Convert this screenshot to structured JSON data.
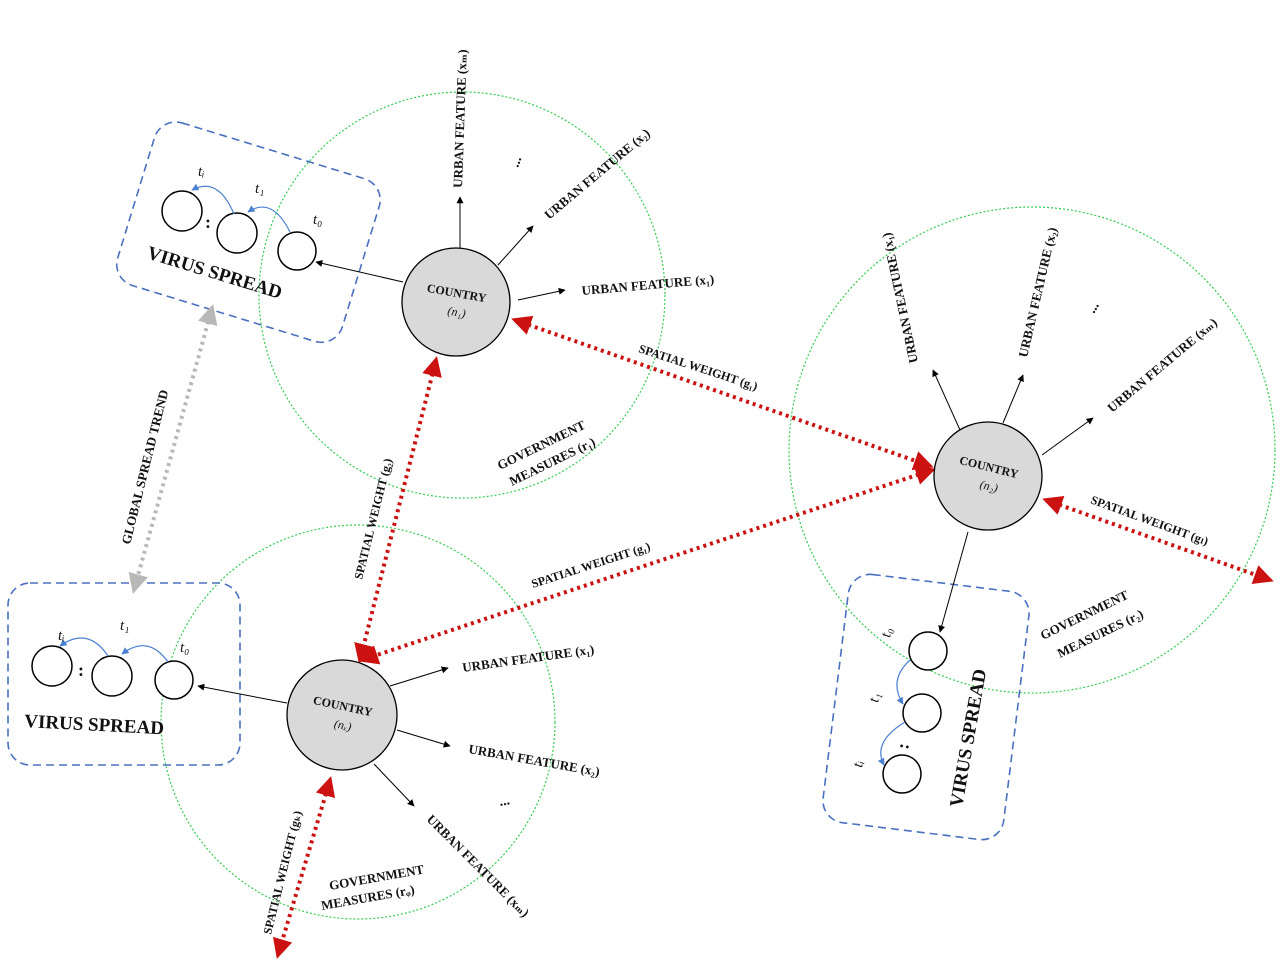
{
  "countries": [
    {
      "label": "COUNTRY",
      "sub": "(n₁)"
    },
    {
      "label": "COUNTRY",
      "sub": "(n₂)"
    },
    {
      "label": "COUNTRY",
      "sub": "(nₓ)"
    }
  ],
  "features": {
    "x1": "URBAN FEATURE (x₁)",
    "x2": "URBAN FEATURE (x₂)",
    "xm": "URBAN FEATURE (xₘ)",
    "ellipsis": "..."
  },
  "weights": {
    "g1": "SPATIAL WEIGHT (g₁)",
    "g2": "SPATIAL WEIGHT (g₂)",
    "gl": "SPATIAL WEIGHT (gₗ)",
    "gk": "SPATIAL WEIGHT (gₖ)"
  },
  "gov": {
    "r1_line1": "GOVERNMENT",
    "r1_line2": "MEASURES (r₁)",
    "r2_line1": "GOVERNMENT",
    "r2_line2": "MEASURES (r₂)",
    "rq_line1": "GOVERNMENT",
    "rq_line2": "MEASURES (rᵩ)"
  },
  "virus": {
    "title": "VIRUS SPREAD",
    "t0": "t₀",
    "t1": "t₁",
    "ti": "tᵢ",
    "colon": ":"
  },
  "global_trend": "GLOBAL SPREAD TREND",
  "colors": {
    "spatial": "#cc1111",
    "cluster": "#33cc55",
    "virus_box": "#4a70c0",
    "node_fill": "#d9d9d9",
    "temporal_arrow": "#4a80d0",
    "global_arrow": "#b8b8b8"
  }
}
